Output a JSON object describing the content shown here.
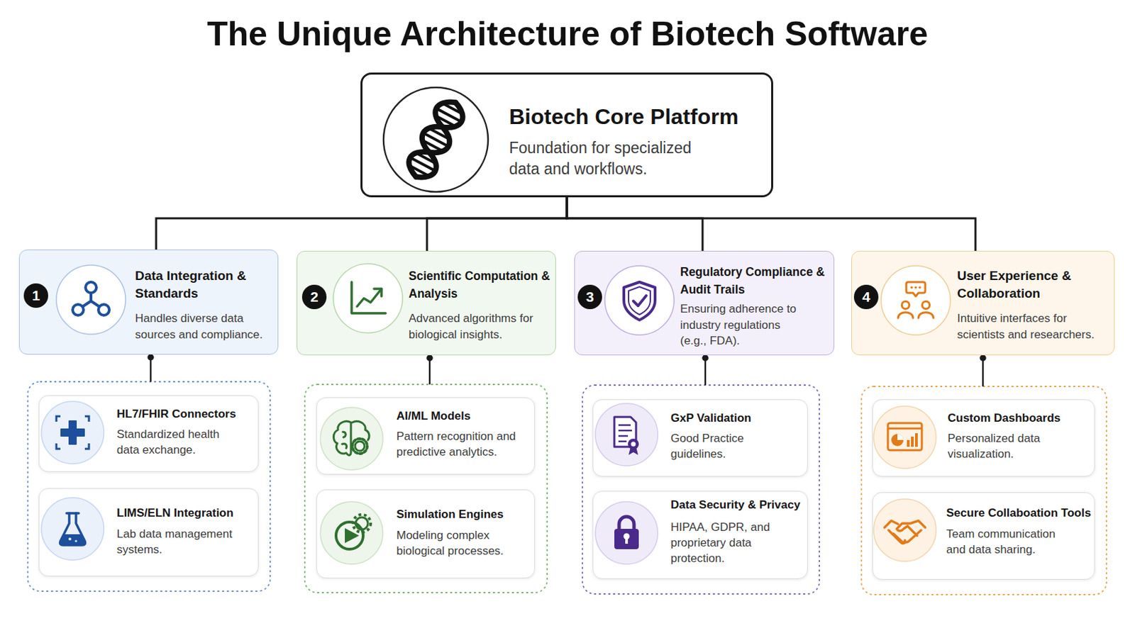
{
  "diagram": {
    "title": "The Unique Architecture of Biotech Software",
    "nodes": [
      {
        "text": [
          "Biotech Core Platform",
          "Foundation for specialized data and workflows."
        ]
      },
      {
        "text": [
          "Data Integration & Standards",
          "Handles diverse data sources and compliance."
        ]
      },
      {
        "text": [
          "Scientific Computation & Analysis",
          "Advanced algorithms for biological insights."
        ]
      },
      {
        "text": [
          "Regulatory Compliance & Audit Trails",
          "Ensuring adherence to industry regulations (e.g., FDA)."
        ]
      },
      {
        "text": [
          "User Experience & Collaboration",
          "Intuitive interfaces for scientists and researchers."
        ]
      },
      {
        "text": [
          "HL7/FHIR Connectors",
          "Standardized health data exchange."
        ]
      },
      {
        "text": [
          "LIMS/ELN Integration",
          "Lab data management systems."
        ]
      },
      {
        "text": [
          "AI/ML Models",
          "Pattern recognition and predictive analytics."
        ]
      },
      {
        "text": [
          "Simulation Engines",
          "Modeling complex biological processes."
        ]
      },
      {
        "text": [
          "GxP Validation",
          "Good Practice guidelines."
        ]
      },
      {
        "text": [
          "Data Security & Privacy",
          "HIPAA, GDPR, and proprietary data protection."
        ]
      },
      {
        "text": [
          "Custom Dashboards",
          "Personalized data visualization."
        ]
      },
      {
        "text": [
          "Secure Collaboation Tools",
          "Team communication and data sharing."
        ]
      }
    ],
    "edges": [
      {
        "from": 0,
        "to": 1,
        "arrow": "none"
      },
      {
        "from": 0,
        "to": 2,
        "arrow": "none"
      },
      {
        "from": 0,
        "to": 3,
        "arrow": "none"
      },
      {
        "from": 0,
        "to": 4,
        "arrow": "none"
      }
    ],
    "labels": [
      "1",
      "2",
      "3",
      "4"
    ]
  }
}
